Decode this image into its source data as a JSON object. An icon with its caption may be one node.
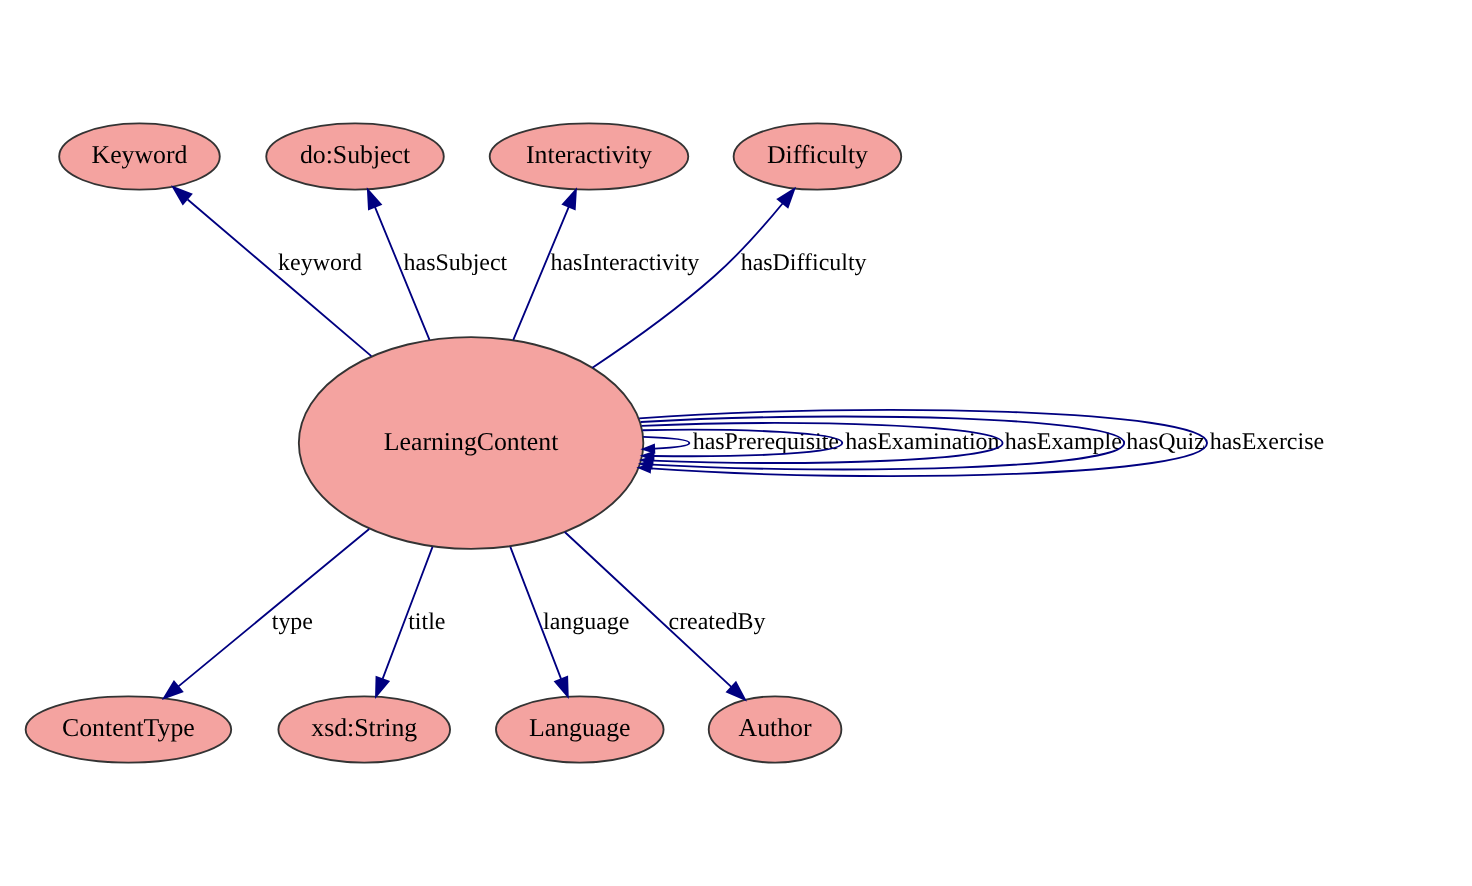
{
  "diagram": {
    "nodes": [
      {
        "text": [
          "Keyword"
        ]
      },
      {
        "text": [
          "do:Subject"
        ]
      },
      {
        "text": [
          "Interactivity"
        ]
      },
      {
        "text": [
          "Difficulty"
        ]
      },
      {
        "text": [
          "LearningContent"
        ]
      },
      {
        "text": [
          "ContentType"
        ]
      },
      {
        "text": [
          "xsd:String"
        ]
      },
      {
        "text": [
          "Language"
        ]
      },
      {
        "text": [
          "Author"
        ]
      }
    ],
    "edges": [
      {
        "from": 4,
        "to": 0,
        "arrow": "to",
        "label": "keyword"
      },
      {
        "from": 4,
        "to": 1,
        "arrow": "to",
        "label": "hasSubject"
      },
      {
        "from": 4,
        "to": 4,
        "arrow": "to",
        "label": "hasPrerequisite"
      },
      {
        "from": 4,
        "to": 2,
        "arrow": "to",
        "label": "hasInteractivity"
      },
      {
        "from": 4,
        "to": 3,
        "arrow": "to",
        "label": "hasDifficulty"
      },
      {
        "from": 4,
        "to": 4,
        "arrow": "to",
        "label": "hasExamination"
      },
      {
        "from": 4,
        "to": 5,
        "arrow": "to",
        "label": "type"
      },
      {
        "from": 4,
        "to": 4,
        "arrow": "to",
        "label": "hasExample"
      },
      {
        "from": 4,
        "to": 4,
        "arrow": "to",
        "label": "hasQuiz"
      },
      {
        "from": 4,
        "to": 4,
        "arrow": "to",
        "label": "hasExercise"
      },
      {
        "from": 4,
        "to": 8,
        "arrow": "to",
        "label": "createdBy"
      },
      {
        "from": 4,
        "to": 6,
        "arrow": "to",
        "label": "title"
      },
      {
        "from": 4,
        "to": 7,
        "arrow": "to",
        "label": "language"
      }
    ]
  }
}
